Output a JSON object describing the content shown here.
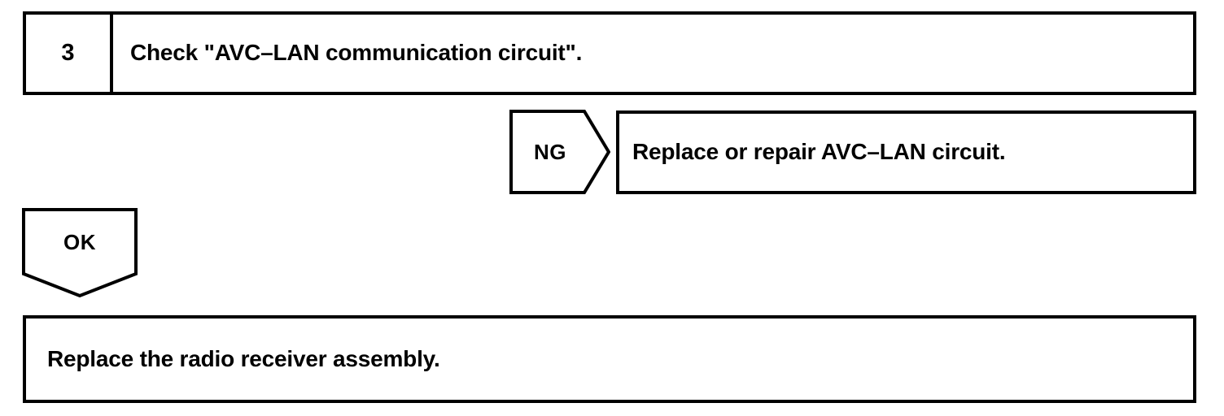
{
  "diagram": {
    "type": "troubleshooting-flowchart",
    "stroke_color": "#000000",
    "background_color": "#ffffff",
    "step": {
      "number": "3",
      "instruction": "Check \"AVC–LAN communication circuit\"."
    },
    "branches": [
      {
        "tag": "NG",
        "tag_shape": "right-pointing-pentagon",
        "result": "Replace or repair AVC–LAN circuit."
      },
      {
        "tag": "OK",
        "tag_shape": "down-pointing-pentagon",
        "result": "Replace the radio receiver assembly."
      }
    ],
    "final_result": "Replace the radio receiver assembly."
  }
}
